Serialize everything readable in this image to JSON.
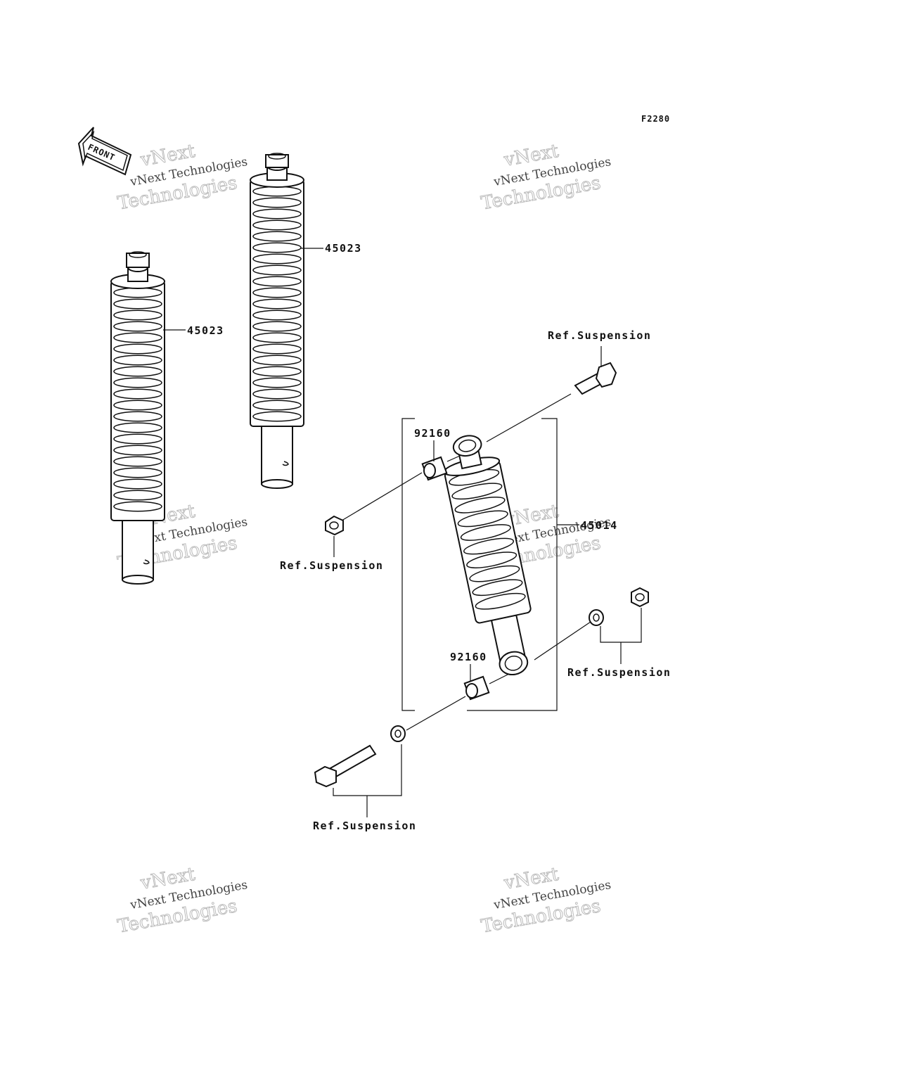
{
  "diagram": {
    "figure_code": "F2280",
    "front_arrow_label": "FRONT",
    "watermark": {
      "line1": "vNext Technologies",
      "line2": "vNext",
      "line3": "Technologies"
    },
    "callouts": {
      "shock_spring_upper": "45023",
      "shock_spring_lower": "45023",
      "shock_assembly": "45014",
      "bushing_upper": "92160",
      "bushing_lower": "92160",
      "ref_top_bolt": "Ref.Suspension",
      "ref_nut_left": "Ref.Suspension",
      "ref_right_washer_nut": "Ref.Suspension",
      "ref_bottom_bolt": "Ref.Suspension"
    }
  }
}
